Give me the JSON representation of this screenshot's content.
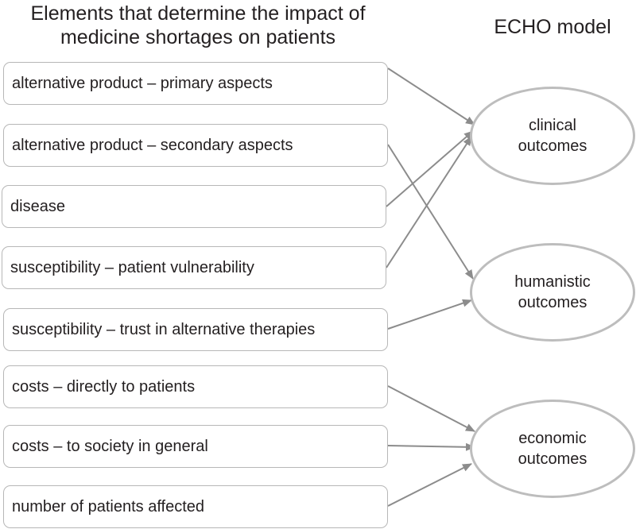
{
  "titles": {
    "left_line1": "Elements that determine the impact of",
    "left_line2": "medicine shortages on patients",
    "right": "ECHO model"
  },
  "elements": [
    "alternative product – primary aspects",
    "alternative product – secondary aspects",
    "disease",
    "susceptibility – patient vulnerability",
    "susceptibility – trust in alternative therapies",
    "costs – directly to patients",
    "costs – to society in general",
    "number of patients affected"
  ],
  "outcomes": [
    {
      "line1": "clinical",
      "line2": "outcomes"
    },
    {
      "line1": "humanistic",
      "line2": "outcomes"
    },
    {
      "line1": "economic",
      "line2": "outcomes"
    }
  ],
  "links": [
    {
      "from": 0,
      "to": 0
    },
    {
      "from": 1,
      "to": 1
    },
    {
      "from": 2,
      "to": 0
    },
    {
      "from": 3,
      "to": 0
    },
    {
      "from": 4,
      "to": 1
    },
    {
      "from": 5,
      "to": 2
    },
    {
      "from": 6,
      "to": 2
    },
    {
      "from": 7,
      "to": 2
    }
  ],
  "colors": {
    "box_border": "#b7b7b7",
    "ellipse_border": "#bdbdbd",
    "arrow": "#8c8c8c",
    "text": "#231f20"
  }
}
